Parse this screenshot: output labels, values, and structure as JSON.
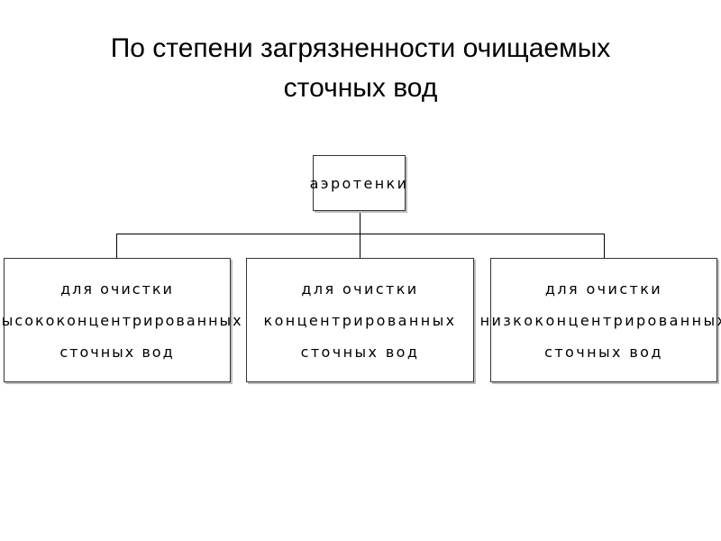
{
  "title": {
    "line1": "По степени загрязненности очищаемых",
    "line2": "сточных вод"
  },
  "diagram": {
    "root": {
      "label": "аэротенки"
    },
    "children": [
      {
        "line1": "для очистки",
        "line2": "высококонцентрированных",
        "line3": "сточных вод"
      },
      {
        "line1": "для очистки",
        "line2": "концентрированных",
        "line3": "сточных вод"
      },
      {
        "line1": "для очистки",
        "line2": "низкоконцентрированных",
        "line3": "сточных вод"
      }
    ]
  }
}
